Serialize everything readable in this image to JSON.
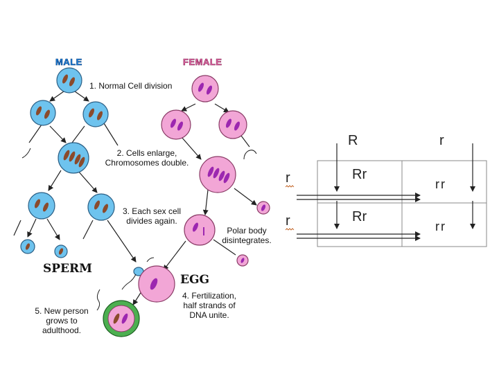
{
  "diagram": {
    "male_label": "MALE",
    "female_label": "FEMALE",
    "steps": {
      "step1": "1. Normal Cell division",
      "step2_line1": "2. Cells enlarge,",
      "step2_line2": "Chromosomes double.",
      "step3_line1": "3. Each sex cell",
      "step3_line2": "divides again.",
      "polar_line1": "Polar body",
      "polar_line2": "disintegrates.",
      "step4_line1": "4. Fertilization,",
      "step4_line2": "half strands of",
      "step4_line3": "DNA unite.",
      "step5_line1": "5. New person",
      "step5_line2": "grows to",
      "step5_line3": "adulthood."
    },
    "sperm_label": "SPERM",
    "egg_label": "EGG",
    "colors": {
      "male_cell": "#6ec3ee",
      "female_cell": "#f2a6d6",
      "zygote_cell": "#4caf50",
      "chromosome_male": "#8b4a2b",
      "chromosome_female": "#9c27b0"
    }
  },
  "punnett": {
    "col_headers": [
      "R",
      "r"
    ],
    "row_headers": [
      "r",
      "r"
    ],
    "cells": [
      [
        "Rr",
        "rr"
      ],
      [
        "Rr",
        "rr"
      ]
    ]
  }
}
